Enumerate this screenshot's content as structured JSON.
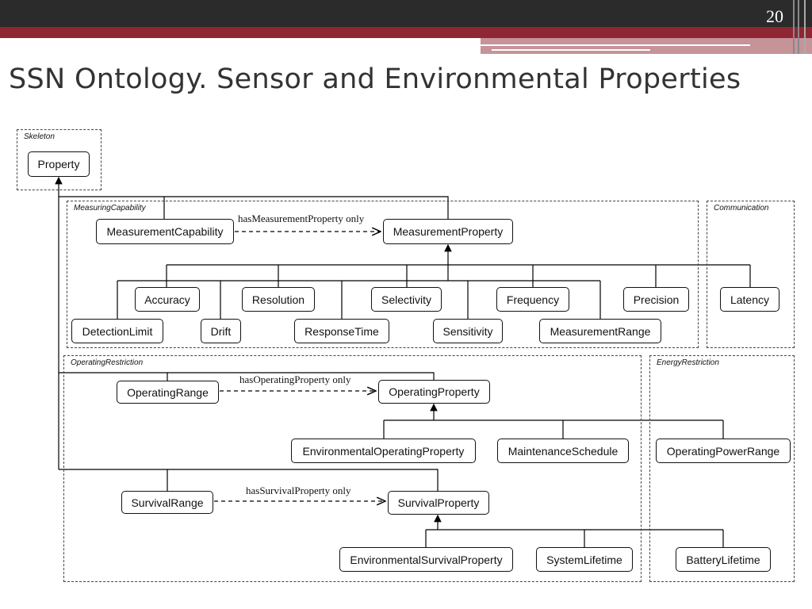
{
  "slide": {
    "number": "20",
    "title": "SSN Ontology. Sensor and Environmental Properties"
  },
  "colors": {
    "top_bar": "#2b2b2b",
    "accent": "#8e2733",
    "text": "#333333"
  },
  "regions": {
    "skeleton": "Skeleton",
    "measuring_capability": "MeasuringCapability",
    "communication": "Communication",
    "operating_restriction": "OperatingRestriction",
    "energy_restriction": "EnergyRestriction"
  },
  "nodes": {
    "property": "Property",
    "measurement_capability": "MeasurementCapability",
    "measurement_property": "MeasurementProperty",
    "accuracy": "Accuracy",
    "resolution": "Resolution",
    "selectivity": "Selectivity",
    "frequency": "Frequency",
    "precision": "Precision",
    "latency": "Latency",
    "detection_limit": "DetectionLimit",
    "drift": "Drift",
    "response_time": "ResponseTime",
    "sensitivity": "Sensitivity",
    "measurement_range": "MeasurementRange",
    "operating_range": "OperatingRange",
    "operating_property": "OperatingProperty",
    "environmental_operating_property": "EnvironmentalOperatingProperty",
    "maintenance_schedule": "MaintenanceSchedule",
    "operating_power_range": "OperatingPowerRange",
    "survival_range": "SurvivalRange",
    "survival_property": "SurvivalProperty",
    "environmental_survival_property": "EnvironmentalSurvivalProperty",
    "system_lifetime": "SystemLifetime",
    "battery_lifetime": "BatteryLifetime"
  },
  "relations": {
    "has_measurement_property": "hasMeasurementProperty only",
    "has_operating_property": "hasOperatingProperty only",
    "has_survival_property": "hasSurvivalProperty only"
  }
}
